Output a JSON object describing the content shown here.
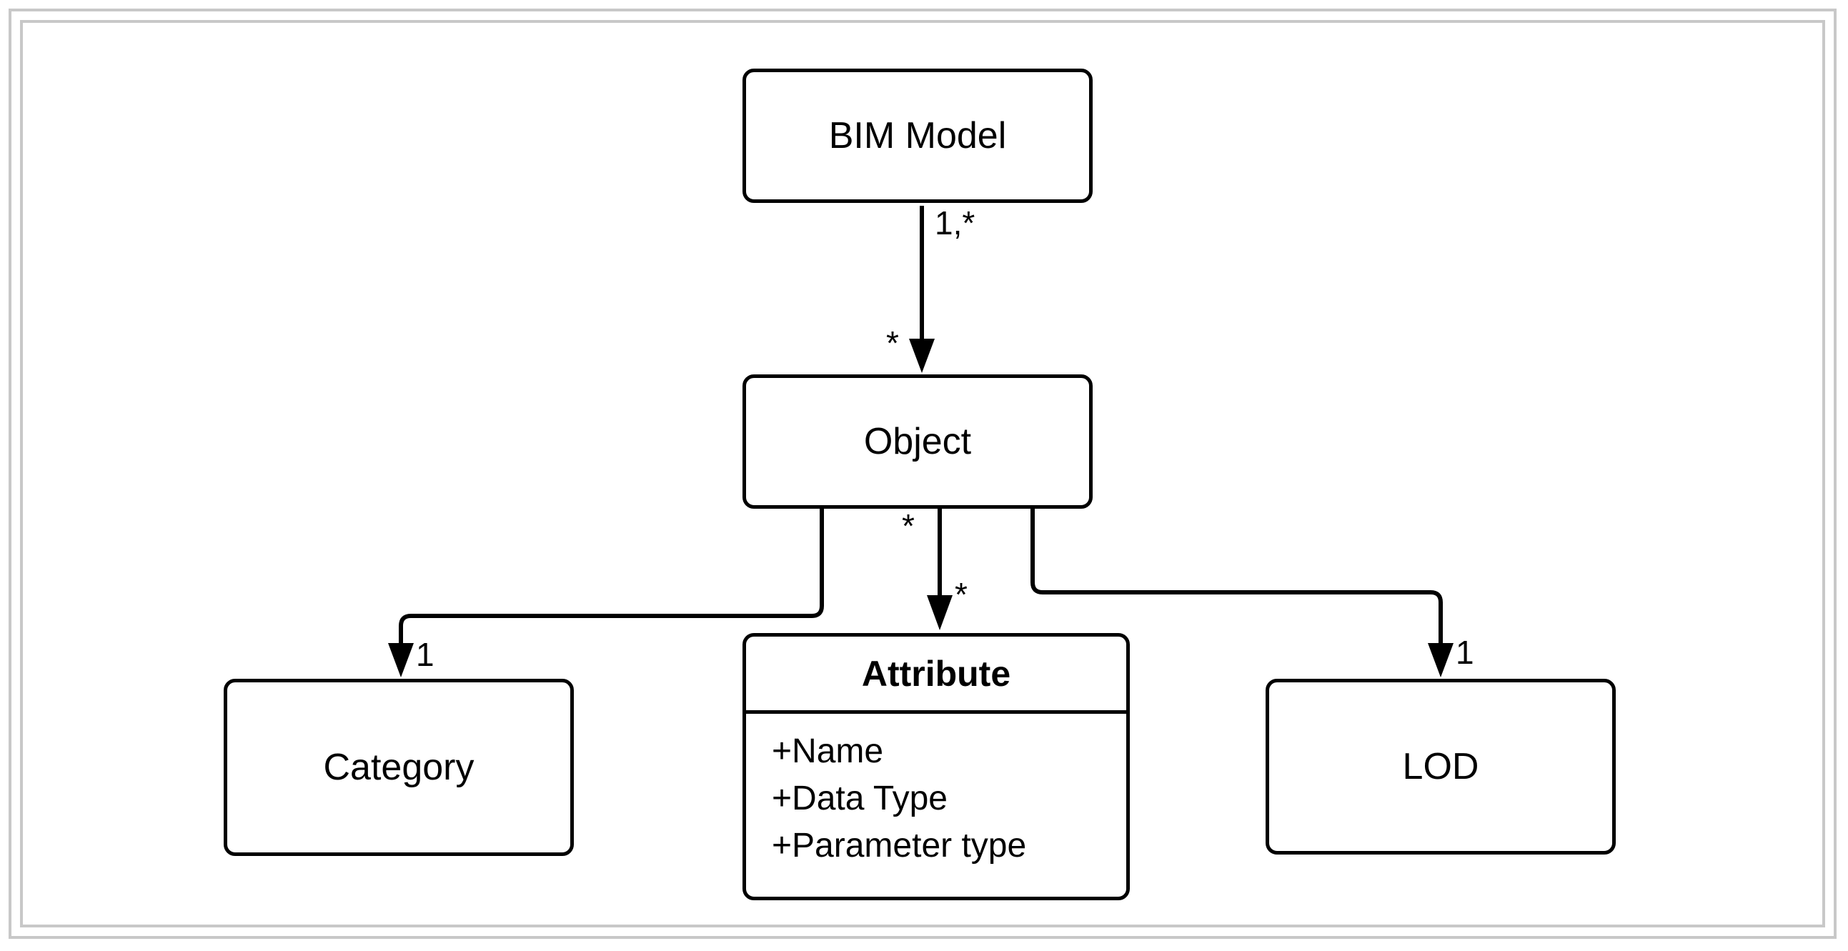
{
  "diagram": {
    "nodes": {
      "bim_model": {
        "label": "BIM Model"
      },
      "object": {
        "label": "Object"
      },
      "category": {
        "label": "Category"
      },
      "attribute": {
        "title": "Attribute",
        "attributes": [
          "+Name",
          "+Data Type",
          "+Parameter type"
        ]
      },
      "lod": {
        "label": "LOD"
      }
    },
    "edges": {
      "bim_to_object": {
        "source_mult": "1,*",
        "target_mult": "*"
      },
      "object_to_attribute": {
        "source_mult": "*",
        "target_mult": "*"
      },
      "object_to_category": {
        "target_mult": "1"
      },
      "object_to_lod": {
        "target_mult": "1"
      }
    }
  }
}
